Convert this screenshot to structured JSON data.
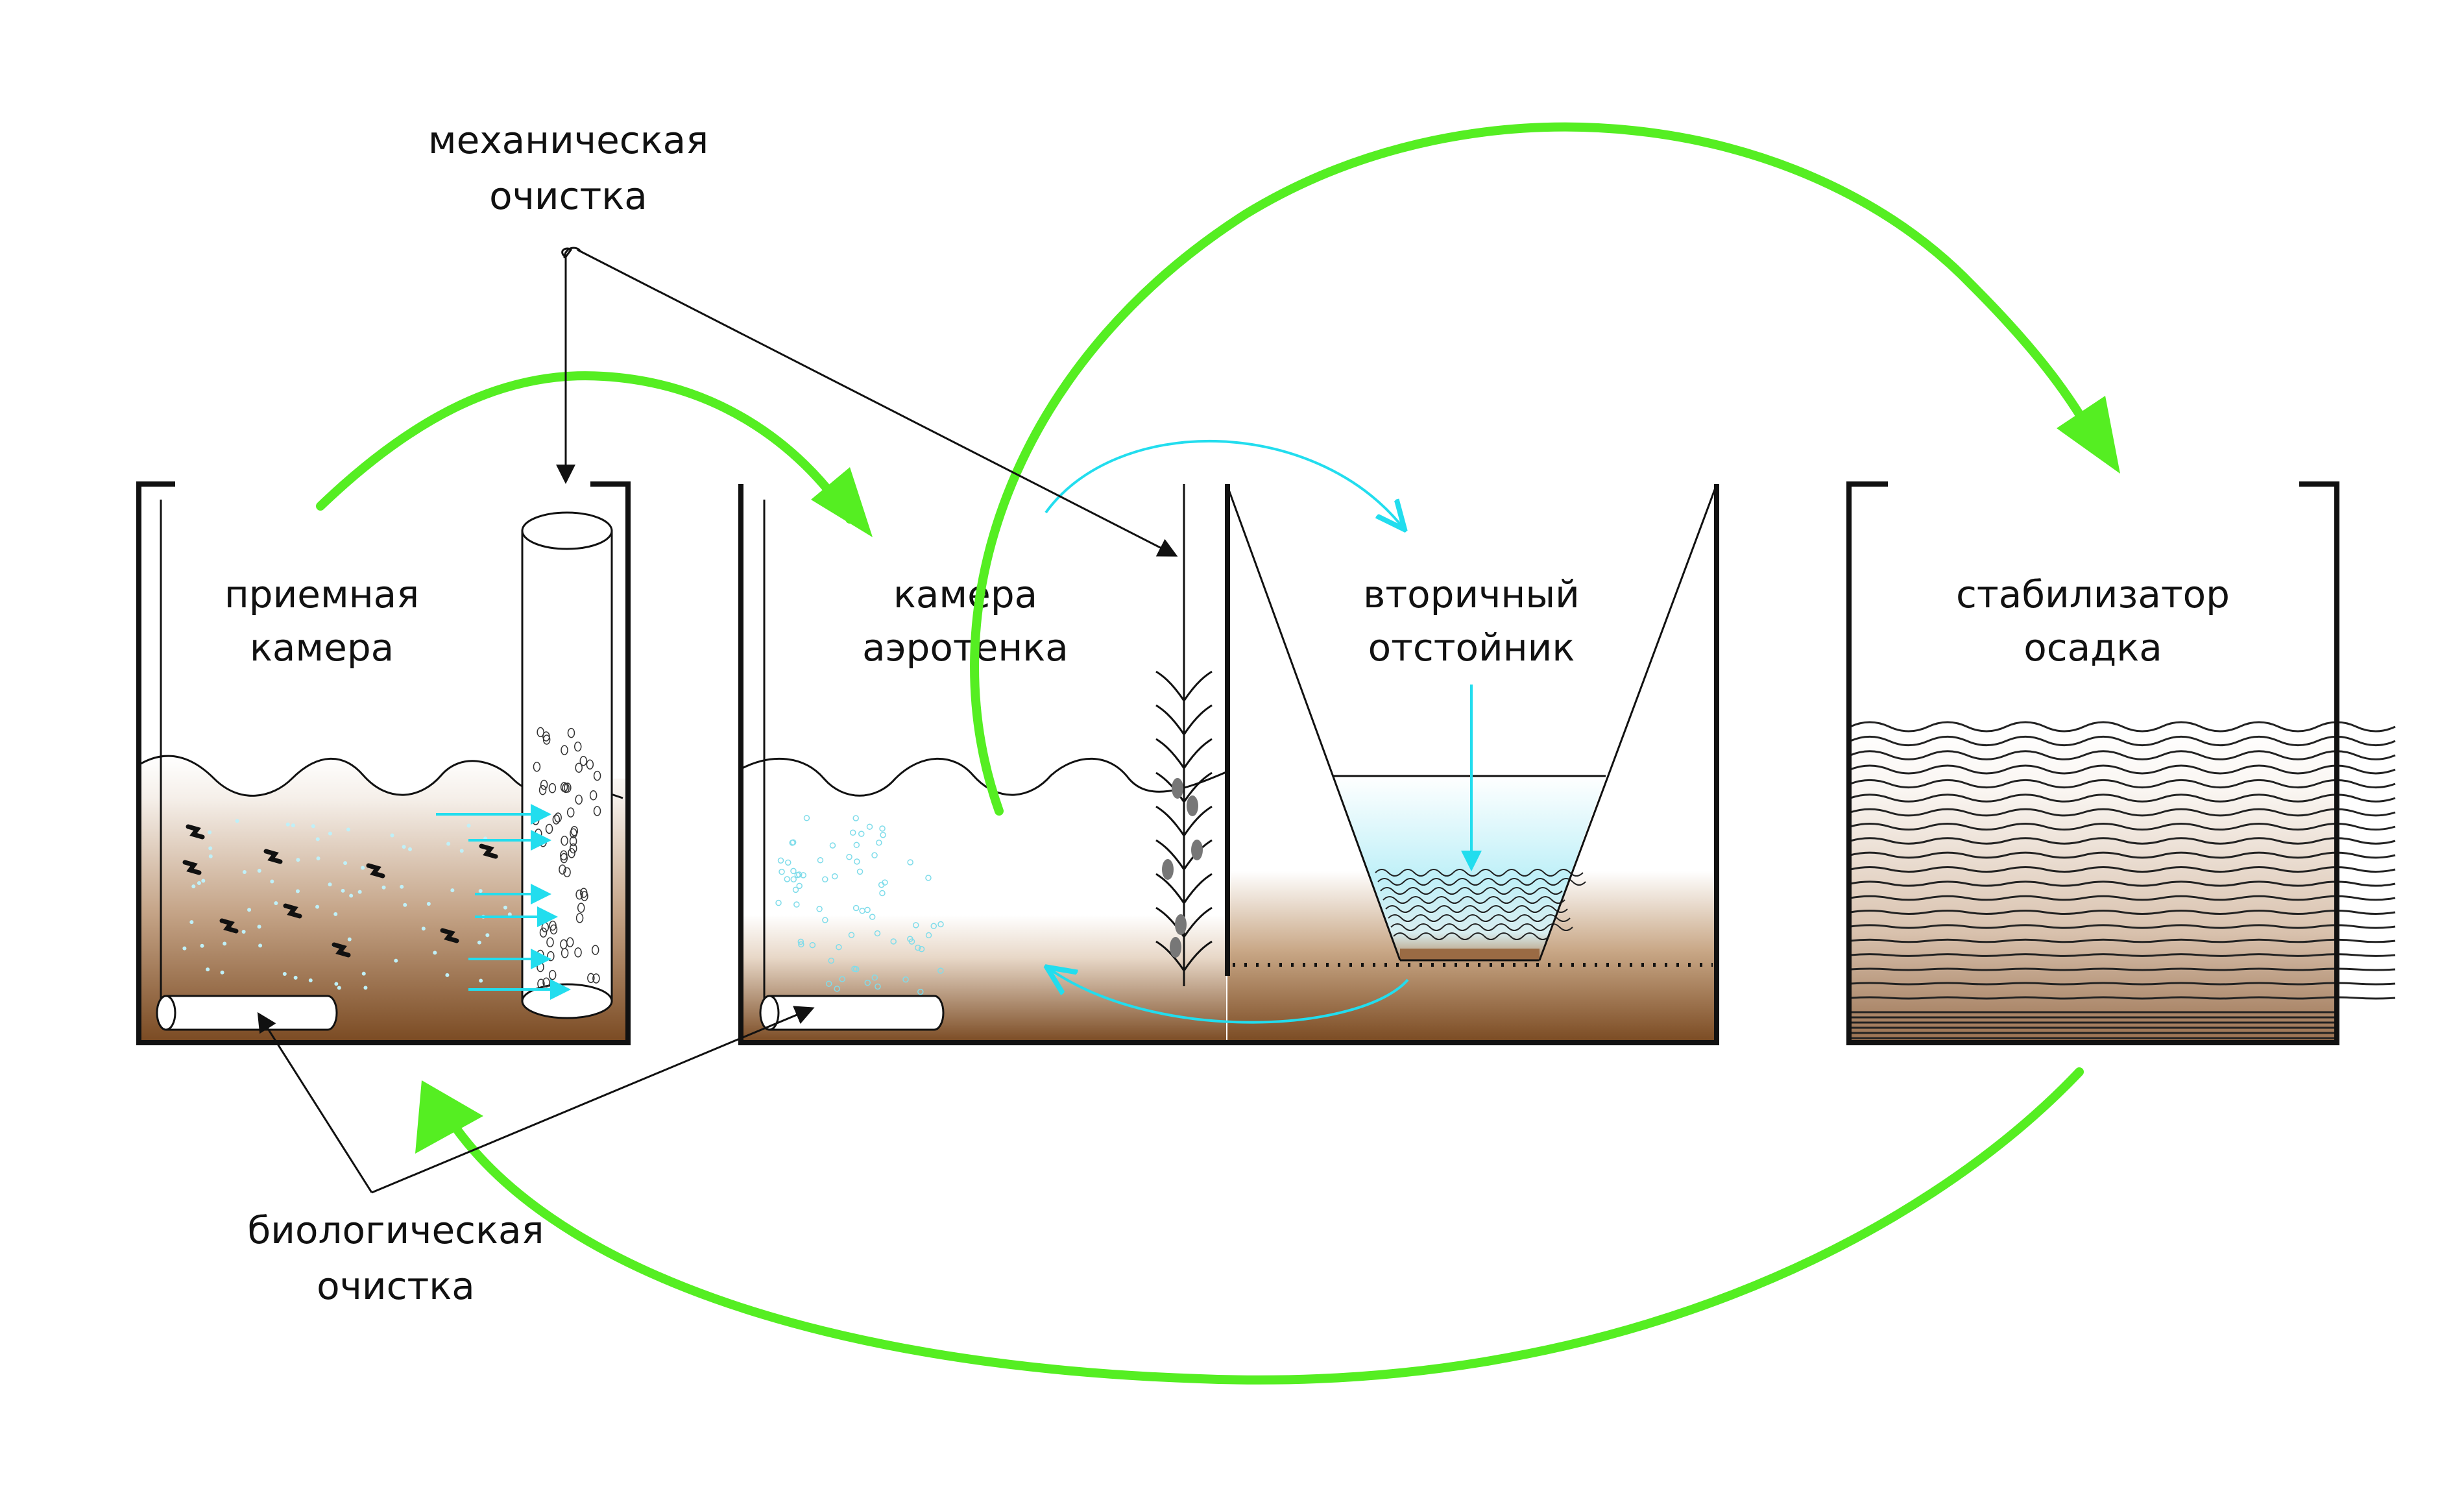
{
  "labels": {
    "mechanical_line1": "механическая",
    "mechanical_line2": "очистка",
    "receiving_line1": "приемная",
    "receiving_line2": "камера",
    "aero_line1": "камера",
    "aero_line2": "аэротенка",
    "settler_line1": "вторичный",
    "settler_line2": "отстойник",
    "stabilizer_line1": "стабилизатор",
    "stabilizer_line2": "осадка",
    "biological_line1": "биологическая",
    "biological_line2": "очистка"
  },
  "colors": {
    "flow_arrow": "#55ee22",
    "water_arrow": "#22ddee",
    "sludge_dark": "#7a4a22",
    "sludge_light": "#ffffff",
    "clear_water": "#bff0f8",
    "outline": "#111111"
  },
  "icons": {
    "main_flow": "green-curved-arrow",
    "water_flow": "cyan-arrow",
    "pointer": "black-leader-line"
  }
}
